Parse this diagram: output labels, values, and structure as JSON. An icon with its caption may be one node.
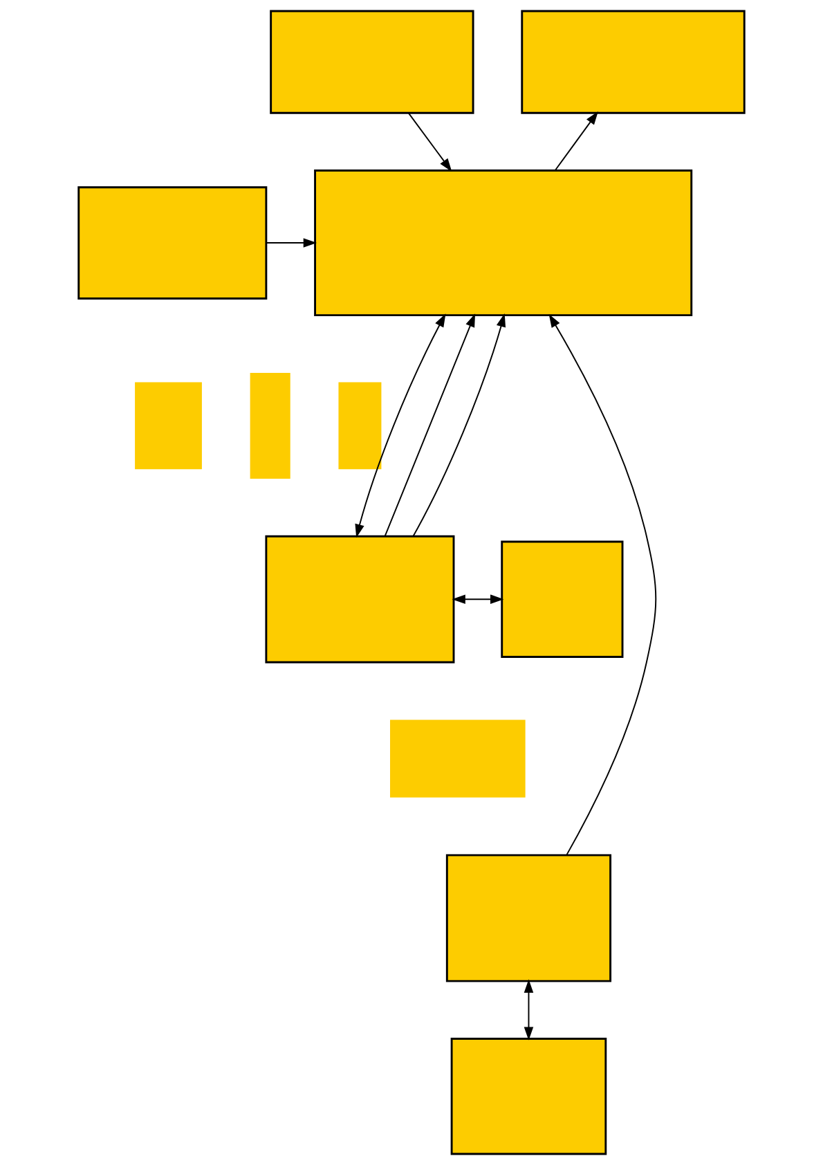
{
  "diagram": {
    "nodes": [
      {
        "text": [],
        "shape": "box"
      },
      {
        "text": [],
        "shape": "box"
      },
      {
        "text": [],
        "shape": "box"
      },
      {
        "text": [],
        "shape": "box"
      },
      {
        "text": [],
        "shape": "box"
      },
      {
        "text": [],
        "shape": "box"
      },
      {
        "text": [],
        "shape": "box"
      },
      {
        "text": [],
        "shape": "box"
      },
      {
        "text": [],
        "shape": "box"
      },
      {
        "text": [],
        "shape": "box"
      },
      {
        "text": [],
        "shape": "box"
      },
      {
        "text": [],
        "shape": "box"
      }
    ],
    "edges": [
      {
        "from": 0,
        "to": 3,
        "arrow": "to"
      },
      {
        "from": 3,
        "to": 1,
        "arrow": "to"
      },
      {
        "from": 2,
        "to": 3,
        "arrow": "to"
      },
      {
        "from": 10,
        "to": 3,
        "arrow": "to"
      },
      {
        "from": 3,
        "to": 7,
        "arrow": "both"
      },
      {
        "from": 7,
        "to": 3,
        "arrow": "to"
      },
      {
        "from": 7,
        "to": 3,
        "arrow": "to"
      },
      {
        "from": 7,
        "to": 8,
        "arrow": "both"
      },
      {
        "from": 10,
        "to": 11,
        "arrow": "both"
      }
    ]
  }
}
